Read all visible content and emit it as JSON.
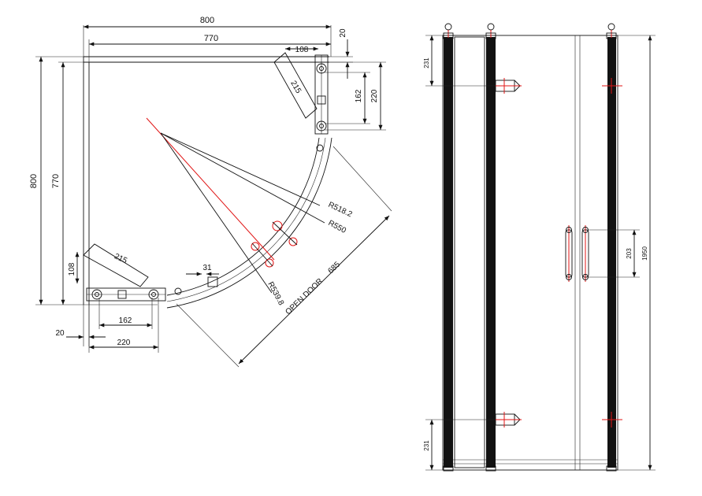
{
  "plan_view": {
    "dims": {
      "width_outer": "800",
      "width_inner": "770",
      "height_outer": "800",
      "height_inner": "770",
      "offset_top": "20",
      "offset_left": "20",
      "hinge_top_small": "162",
      "hinge_top_large": "220",
      "hinge_left_small": "162",
      "hinge_left_large": "220",
      "panel_top_depth": "108",
      "panel_top_length": "215",
      "panel_left_depth": "108",
      "panel_left_length": "215",
      "gap": "31",
      "radius_inner": "R518.2",
      "radius_outer": "R550",
      "radius_mid": "R539.8",
      "open_door_label": "OPEN DOOR",
      "open_door_value": "685"
    }
  },
  "elevation_view": {
    "dims": {
      "height_total": "1950",
      "hinge_top_offset": "231",
      "hinge_bottom_offset": "231",
      "handle_length": "203"
    }
  },
  "colors": {
    "line": "#111111",
    "accent": "#e01515",
    "background": "#ffffff"
  }
}
